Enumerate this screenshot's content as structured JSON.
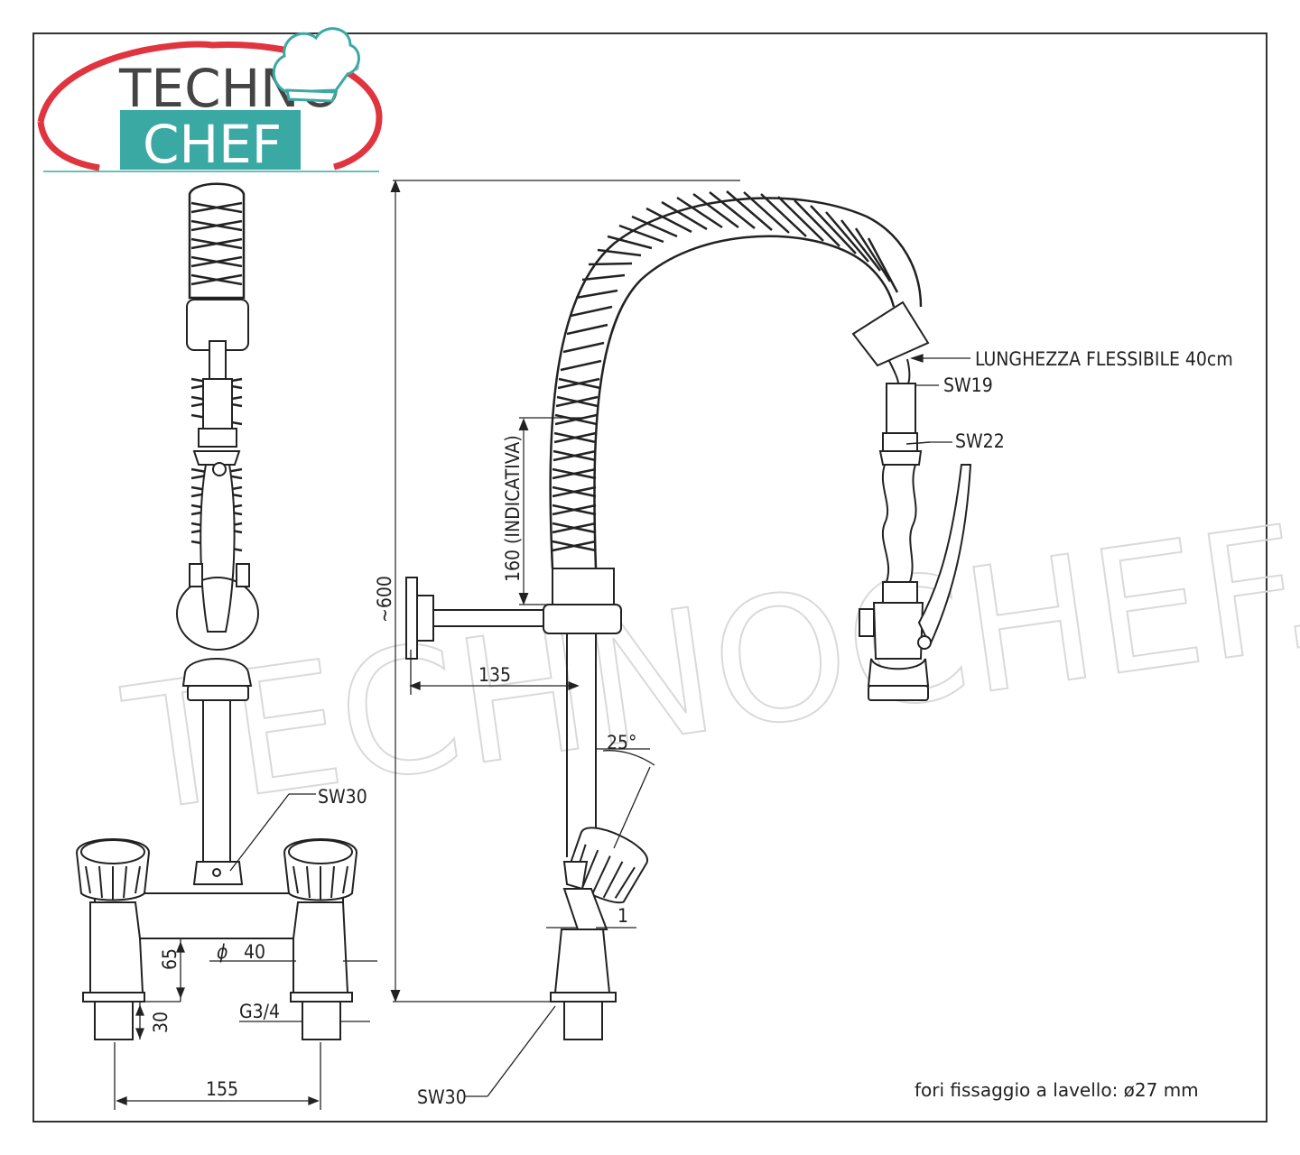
{
  "logo": {
    "line1": "TECHNO",
    "line2": "CHEF",
    "registered": "®",
    "colors": {
      "red": "#e0343f",
      "teal": "#3aa9a4",
      "dark": "#444444",
      "white": "#ffffff"
    }
  },
  "watermark": "TECHNOCHEF.IT",
  "front_view": {
    "sw30_label": "SW30",
    "diameter_symbol": "ϕ",
    "diameter_value": "40",
    "height_65": "65",
    "height_30": "30",
    "thread": "G3/4",
    "width_155": "155"
  },
  "side_view": {
    "height_total": "~600",
    "hose_travel": "160 (INDICATIVA)",
    "arm_135": "135",
    "angle": "25°",
    "offset_1": "1",
    "base_sw30": "SW30",
    "hose_length": "LUNGHEZZA FLESSIBILE 40cm",
    "sw19": "SW19",
    "sw22": "SW22"
  },
  "footer_note": "fori fissaggio a lavello: ø27 mm"
}
